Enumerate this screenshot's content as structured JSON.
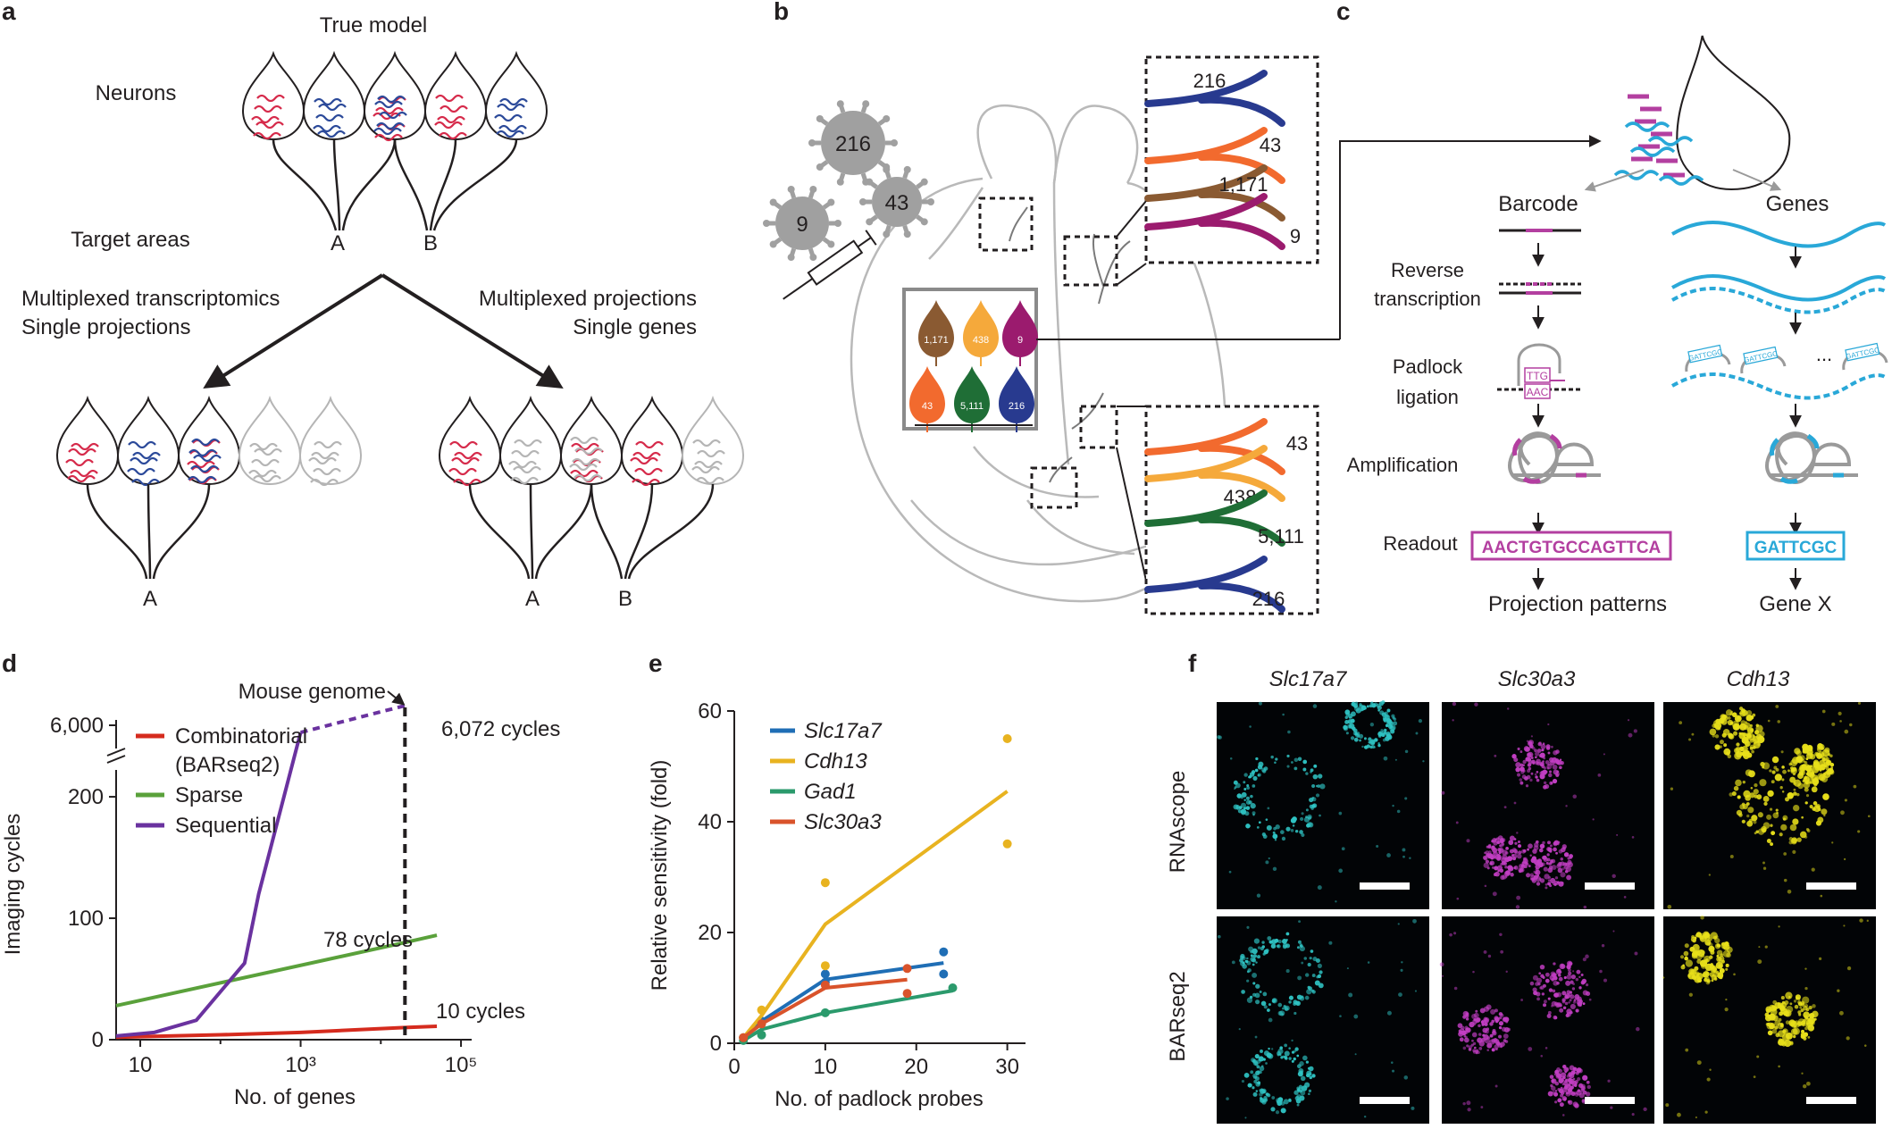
{
  "panel_a": {
    "label": "a",
    "true_model": "True model",
    "neurons": "Neurons",
    "target_areas": "Target areas",
    "area_a": "A",
    "area_b": "B",
    "left_branch_1": "Multiplexed transcriptomics",
    "left_branch_2": "Single projections",
    "right_branch_1": "Multiplexed projections",
    "right_branch_2": "Single genes"
  },
  "panel_b": {
    "label": "b",
    "virus_labels": [
      "216",
      "43",
      "9"
    ],
    "cells": [
      "1,171",
      "438",
      "9",
      "43",
      "5,111",
      "216"
    ],
    "top_box": [
      "216",
      "43",
      "1,171",
      "9"
    ],
    "bottom_box": [
      "43",
      "438",
      "5,111",
      "216"
    ],
    "colors": {
      "brown": "#8a5a32",
      "yellow": "#f5a93b",
      "purple": "#9b1b6e",
      "orange": "#f26a2e",
      "green": "#1f6e36",
      "blue": "#283a8f"
    }
  },
  "panel_c": {
    "label": "c",
    "barcode": "Barcode",
    "genes": "Genes",
    "rt": "Reverse\ntranscription",
    "rt_1": "Reverse",
    "rt_2": "transcription",
    "padlock_1": "Padlock",
    "padlock_2": "ligation",
    "amplification": "Amplification",
    "readout": "Readout",
    "barcode_seq": "AACTGTGCCAGTTCA",
    "gene_seq": "GATTCGC",
    "projection_patterns": "Projection patterns",
    "gene_x": "Gene X",
    "padlock_top": "TTG",
    "padlock_bottom": "AAC",
    "gene_padlock": "GATTCGC",
    "dots": "...",
    "magenta": "#b33fa0",
    "cyan": "#29a8d8"
  },
  "panel_d": {
    "label": "d",
    "annotation_genome": "Mouse genome",
    "annotation_6072": "6,072 cycles",
    "annotation_78": "78 cycles",
    "annotation_10": "10 cycles",
    "chart_data": {
      "type": "line",
      "xlabel": "No. of genes",
      "ylabel": "Imaging cycles",
      "x_scale": "log",
      "xlim": [
        5,
        100000
      ],
      "y_ticks": [
        "0",
        "100",
        "200",
        "6,000"
      ],
      "x_ticks": [
        "10",
        "10³",
        "10⁵"
      ],
      "legend_placement": "top-left",
      "series": [
        {
          "name": "Combinatorial (BARseq2)",
          "legend_1": "Combinatorial",
          "legend_2": "(BARseq2)",
          "color": "#d52b1e",
          "x": [
            5,
            100,
            1000,
            20000,
            50000
          ],
          "y": [
            2,
            4,
            6,
            10,
            11
          ]
        },
        {
          "name": "Sparse",
          "color": "#5aa13b",
          "x": [
            5,
            20000,
            50000
          ],
          "y": [
            28,
            80,
            86
          ]
        },
        {
          "name": "Sequential",
          "color": "#6a329f",
          "x": [
            5,
            15,
            50,
            200,
            300,
            1000
          ],
          "y": [
            3,
            6,
            16,
            63,
            120,
            253
          ]
        },
        {
          "name": "Sequential (extrapolated)",
          "color": "#6a329f",
          "dashed": true,
          "x": [
            1000,
            20000
          ],
          "y": [
            253,
            6072
          ]
        }
      ],
      "genome_x": 20000
    }
  },
  "panel_e": {
    "label": "e",
    "chart_data": {
      "type": "line",
      "xlabel": "No. of padlock probes",
      "ylabel": "Relative sensitivity (fold)",
      "xlim": [
        0,
        32
      ],
      "ylim": [
        0,
        60
      ],
      "x_ticks": [
        0,
        10,
        20,
        30
      ],
      "y_ticks": [
        0,
        20,
        40,
        60
      ],
      "legend_placement": "top-left",
      "series": [
        {
          "name": "Slc17a7",
          "color": "#1f6eb5",
          "line_x": [
            1,
            3,
            10,
            23
          ],
          "line_y": [
            1,
            4,
            11.5,
            14.5
          ],
          "points_x": [
            1,
            3,
            10,
            10,
            23,
            23
          ],
          "points_y": [
            1,
            4,
            11,
            12.5,
            16.5,
            12.5
          ]
        },
        {
          "name": "Cdh13",
          "color": "#e8b320",
          "line_x": [
            1,
            3,
            10,
            30
          ],
          "line_y": [
            1,
            5,
            21.5,
            45.5
          ],
          "points_x": [
            1,
            3,
            10,
            10,
            30,
            30
          ],
          "points_y": [
            1,
            6,
            29,
            14,
            55,
            36
          ]
        },
        {
          "name": "Gad1",
          "color": "#2b9a6c",
          "line_x": [
            1,
            3,
            10,
            24
          ],
          "line_y": [
            0.5,
            2.5,
            5.5,
            9.5
          ],
          "points_x": [
            1,
            3,
            10,
            24
          ],
          "points_y": [
            0.5,
            1.5,
            5.5,
            10
          ]
        },
        {
          "name": "Slc30a3",
          "color": "#d9532b",
          "line_x": [
            1,
            3,
            10,
            19
          ],
          "line_y": [
            1,
            3.5,
            10,
            11.5
          ],
          "points_x": [
            1,
            3,
            10,
            19,
            19
          ],
          "points_y": [
            1,
            3.5,
            10.5,
            13.5,
            9
          ]
        }
      ]
    }
  },
  "panel_f": {
    "label": "f",
    "columns": [
      "Slc17a7",
      "Slc30a3",
      "Cdh13"
    ],
    "rows": [
      "RNAscope",
      "BARseq2"
    ],
    "colors": [
      "#2fc4c4",
      "#c23ec3",
      "#e8e01a"
    ]
  }
}
